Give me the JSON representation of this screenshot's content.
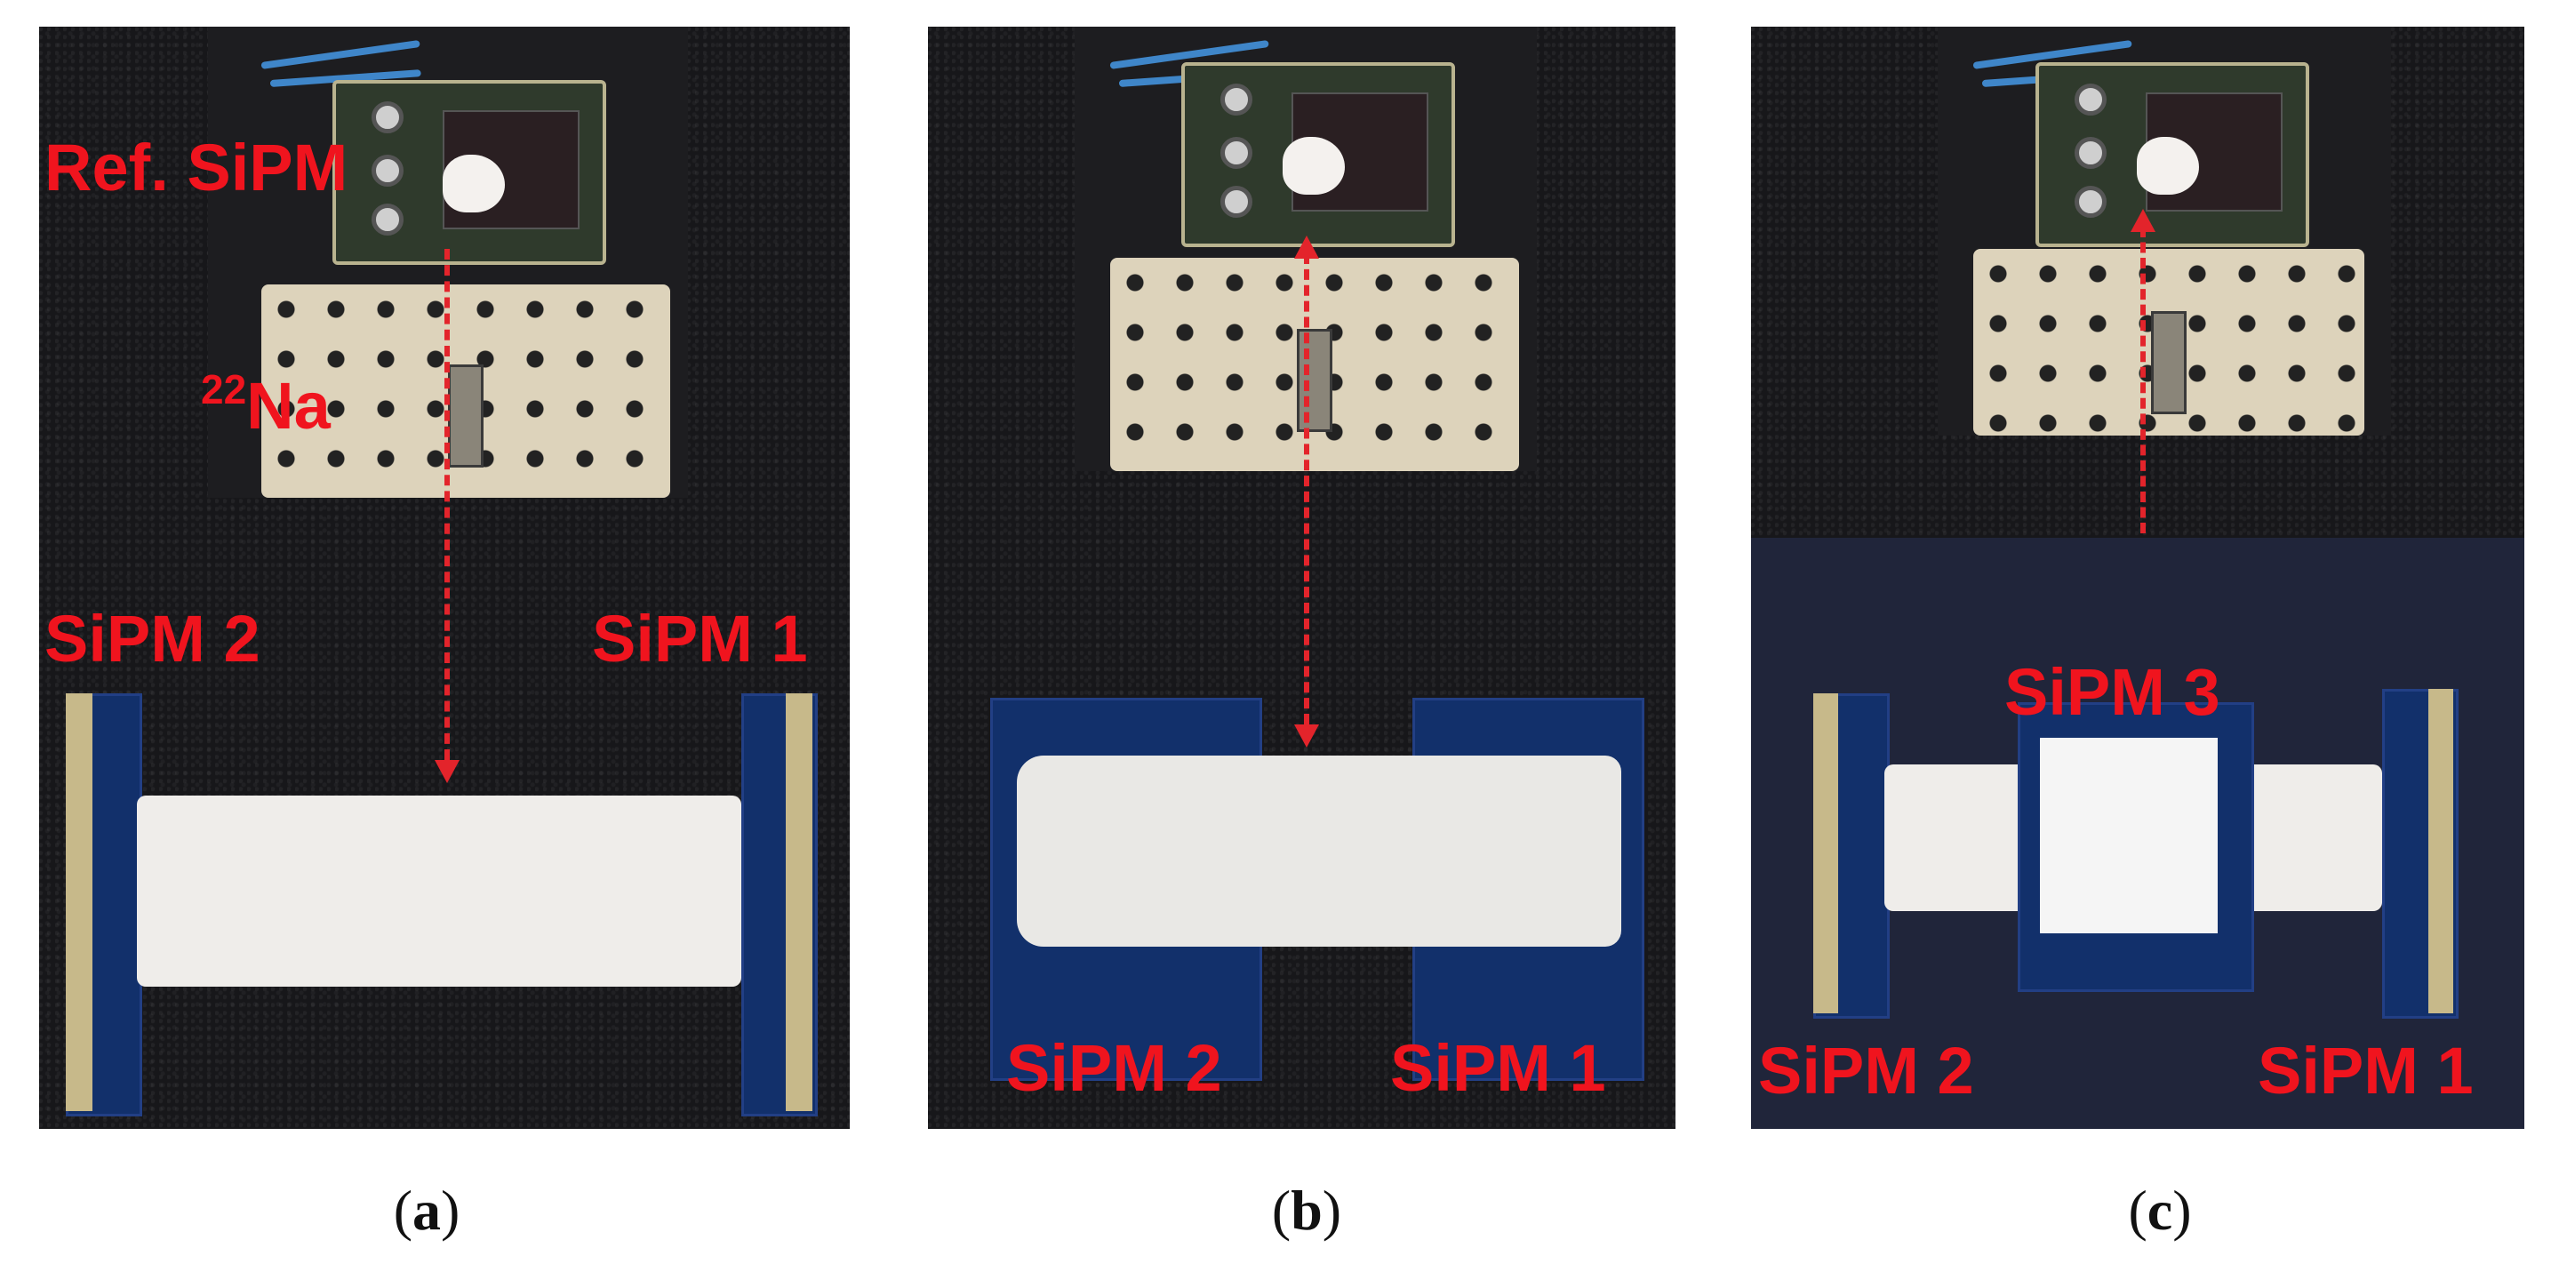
{
  "panels": [
    {
      "id": "a",
      "caption_letter": "a",
      "labels": {
        "ref_sipm": "Ref. SiPM",
        "isotope_mass": "22",
        "isotope_symbol": "Na",
        "sipm_left": "SiPM 2",
        "sipm_right": "SiPM 1"
      }
    },
    {
      "id": "b",
      "caption_letter": "b",
      "labels": {
        "sipm_left": "SiPM 2",
        "sipm_right": "SiPM 1"
      }
    },
    {
      "id": "c",
      "caption_letter": "c",
      "labels": {
        "sipm_center": "SiPM 3",
        "sipm_left": "SiPM 2",
        "sipm_right": "SiPM 1"
      }
    }
  ],
  "caption_paren_open": "(",
  "caption_paren_close": ")",
  "colors": {
    "label_red": "#f0141e",
    "arrow_red": "#e3242b",
    "background_dark": "#17171a",
    "sipm_board_blue": "#12306b",
    "crystal_white": "#efedea"
  }
}
